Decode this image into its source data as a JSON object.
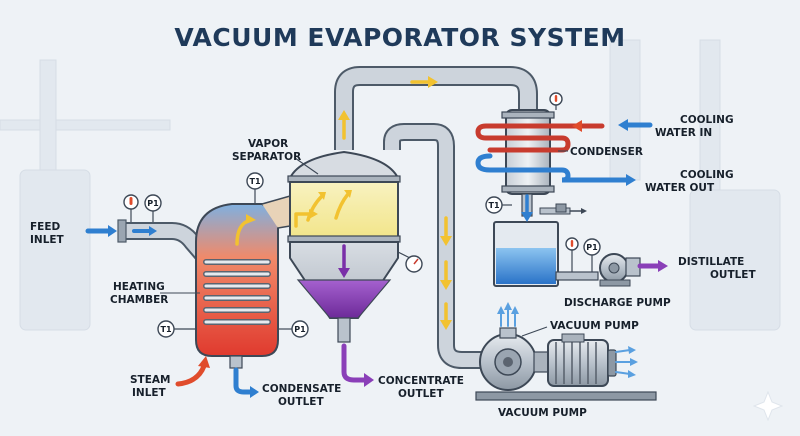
{
  "title": "VACUUM EVAPORATOR SYSTEM",
  "labels": {
    "feed_inlet": [
      "FEED",
      "INLET"
    ],
    "heating_chamber": [
      "HEATING",
      "CHAMBER"
    ],
    "steam_inlet": [
      "STEAM",
      "INLET"
    ],
    "condensate_outlet": [
      "CONDENSATE",
      "OUTLET"
    ],
    "vapor_separator": [
      "VAPOR",
      "SEPARATOR"
    ],
    "concentrate_outlet": [
      "CONCENTRATE",
      "OUTLET"
    ],
    "condenser": "CONDENSER",
    "cooling_water_in": [
      "COOLING",
      "WATER IN"
    ],
    "cooling_water_out": [
      "COOLING",
      "WATER OUT"
    ],
    "distillate_outlet": [
      "DISTILLATE",
      "OUTLET"
    ],
    "discharge_pump": "DISCHARGE PUMP",
    "vacuum_pump_top": "VACUUM PUMP",
    "vacuum_pump_bottom": "VACUUM PUMP"
  },
  "instrument_tags": {
    "t1": "T1",
    "p1": "P1"
  },
  "colors": {
    "title": "#1f3a5a",
    "pipe": "#c9d1da",
    "pipe_edge": "#4d5a68",
    "flow_arrow": "#f2c230",
    "steam_arrow": "#e04c2c",
    "water_arrow": "#2f7fd0",
    "concentrate": "#8a3fb8",
    "heating_hot": "#e5483a",
    "vapor": "#f6ea9e",
    "distillate": "#2e82d6"
  }
}
